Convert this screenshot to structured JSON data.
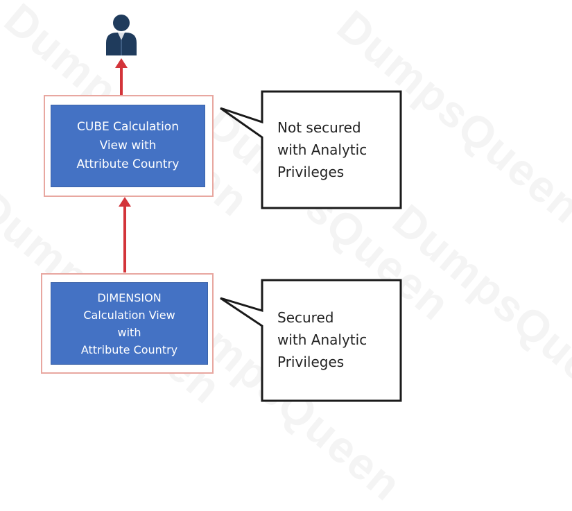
{
  "colors": {
    "view_fill": "#4472c4",
    "view_border": "#e8a7a0",
    "arrow": "#d3343a",
    "callout_border": "#1a1a1a",
    "user_icon": "#1f3b5c"
  },
  "watermark": "DumpsQueen",
  "user": {
    "icon": "user-icon"
  },
  "cube_view": {
    "lines": [
      "CUBE Calculation",
      "View with",
      "Attribute Country"
    ]
  },
  "dimension_view": {
    "lines": [
      "DIMENSION",
      "Calculation View",
      "with",
      "Attribute Country"
    ]
  },
  "callout_top": {
    "lines": [
      "Not secured",
      "with Analytic",
      "Privileges"
    ]
  },
  "callout_bottom": {
    "lines": [
      "Secured",
      "with Analytic",
      "Privileges"
    ]
  }
}
